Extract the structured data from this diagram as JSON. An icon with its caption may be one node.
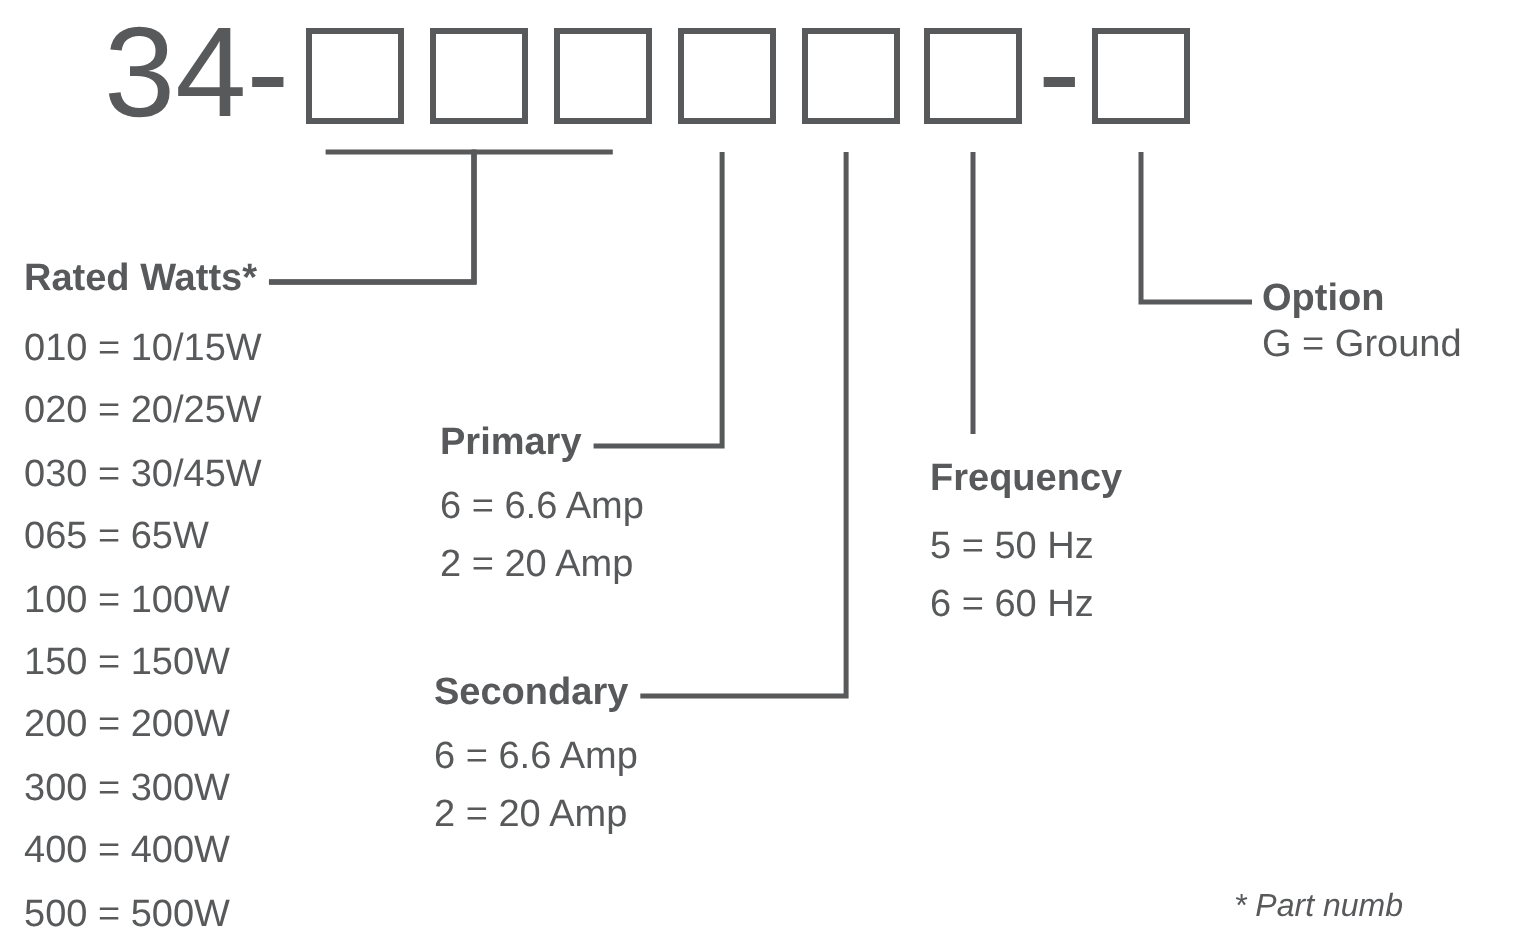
{
  "diagram": {
    "nodes": [
      {
        "text": [],
        "shape": "box"
      },
      {
        "text": [],
        "shape": "box"
      },
      {
        "text": [],
        "shape": "box"
      },
      {
        "text": [],
        "shape": "box"
      },
      {
        "text": [],
        "shape": "box"
      },
      {
        "text": [],
        "shape": "box"
      },
      {
        "text": [],
        "shape": "box"
      },
      {
        "text": [
          "Rated Watts*"
        ],
        "beside": [
          "010 = 10/15W",
          "020 = 20/25W",
          "030 = 30/45W",
          "065 = 65W",
          "100 = 100W",
          "150 = 150W",
          "200 = 200W",
          "300 = 300W",
          "400 = 400W",
          "500 = 500W"
        ]
      },
      {
        "text": [
          "Primary"
        ],
        "beside": [
          "6 = 6.6 Amp",
          "2 = 20 Amp"
        ]
      },
      {
        "text": [
          "Secondary"
        ],
        "beside": [
          "6 = 6.6 Amp",
          "2 = 20 Amp"
        ]
      },
      {
        "text": [
          "Frequency"
        ],
        "beside": [
          "5 = 50 Hz",
          "6 = 60 Hz"
        ]
      },
      {
        "text": [
          "Option"
        ],
        "beside": [
          "G = Ground"
        ]
      }
    ],
    "edges": [
      {
        "from": 7,
        "to": 0,
        "arrow": "none"
      },
      {
        "from": 7,
        "to": 1,
        "arrow": "none"
      },
      {
        "from": 7,
        "to": 2,
        "arrow": "none"
      },
      {
        "from": 8,
        "to": 3,
        "arrow": "none"
      },
      {
        "from": 9,
        "to": 4,
        "arrow": "none"
      },
      {
        "from": 10,
        "to": 5,
        "arrow": "none"
      },
      {
        "from": 11,
        "to": 6,
        "arrow": "none"
      }
    ],
    "labels": [
      "34-",
      "-",
      "* Part numb"
    ]
  }
}
